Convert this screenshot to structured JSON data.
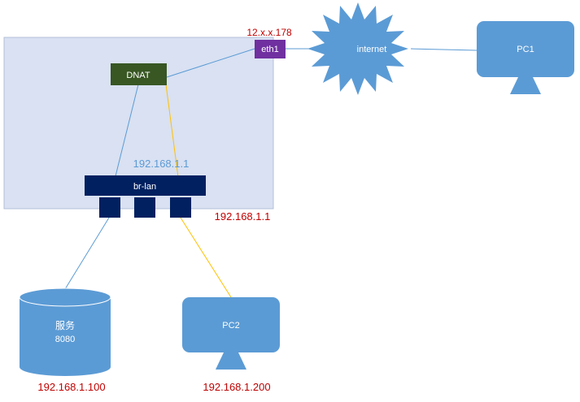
{
  "router": {
    "wan_ip": "12.x.x.178",
    "wan_iface": "eth1",
    "dnat_label": "DNAT",
    "bridge_label": "br-lan",
    "bridge_ip": "192.168.1.1",
    "bridge_ip_outside": "192.168.1.1"
  },
  "internet": {
    "label": "internet"
  },
  "pc1": {
    "label": "PC1"
  },
  "pc2": {
    "label": "PC2",
    "ip": "192.168.1.200"
  },
  "server": {
    "line1": "服务",
    "line2": "8080",
    "ip": "192.168.1.100"
  },
  "colors": {
    "router_bg": "#d9e1f2",
    "router_border": "#b4c0d8",
    "dnat_fill": "#385723",
    "eth1_fill": "#7030a0",
    "bridge_fill": "#002060",
    "device_fill": "#5b9bd5",
    "link_blue": "#5b9bd5",
    "link_orange": "#ffc000",
    "ip_red": "#c00000",
    "ip_blue": "#5b9bd5"
  }
}
